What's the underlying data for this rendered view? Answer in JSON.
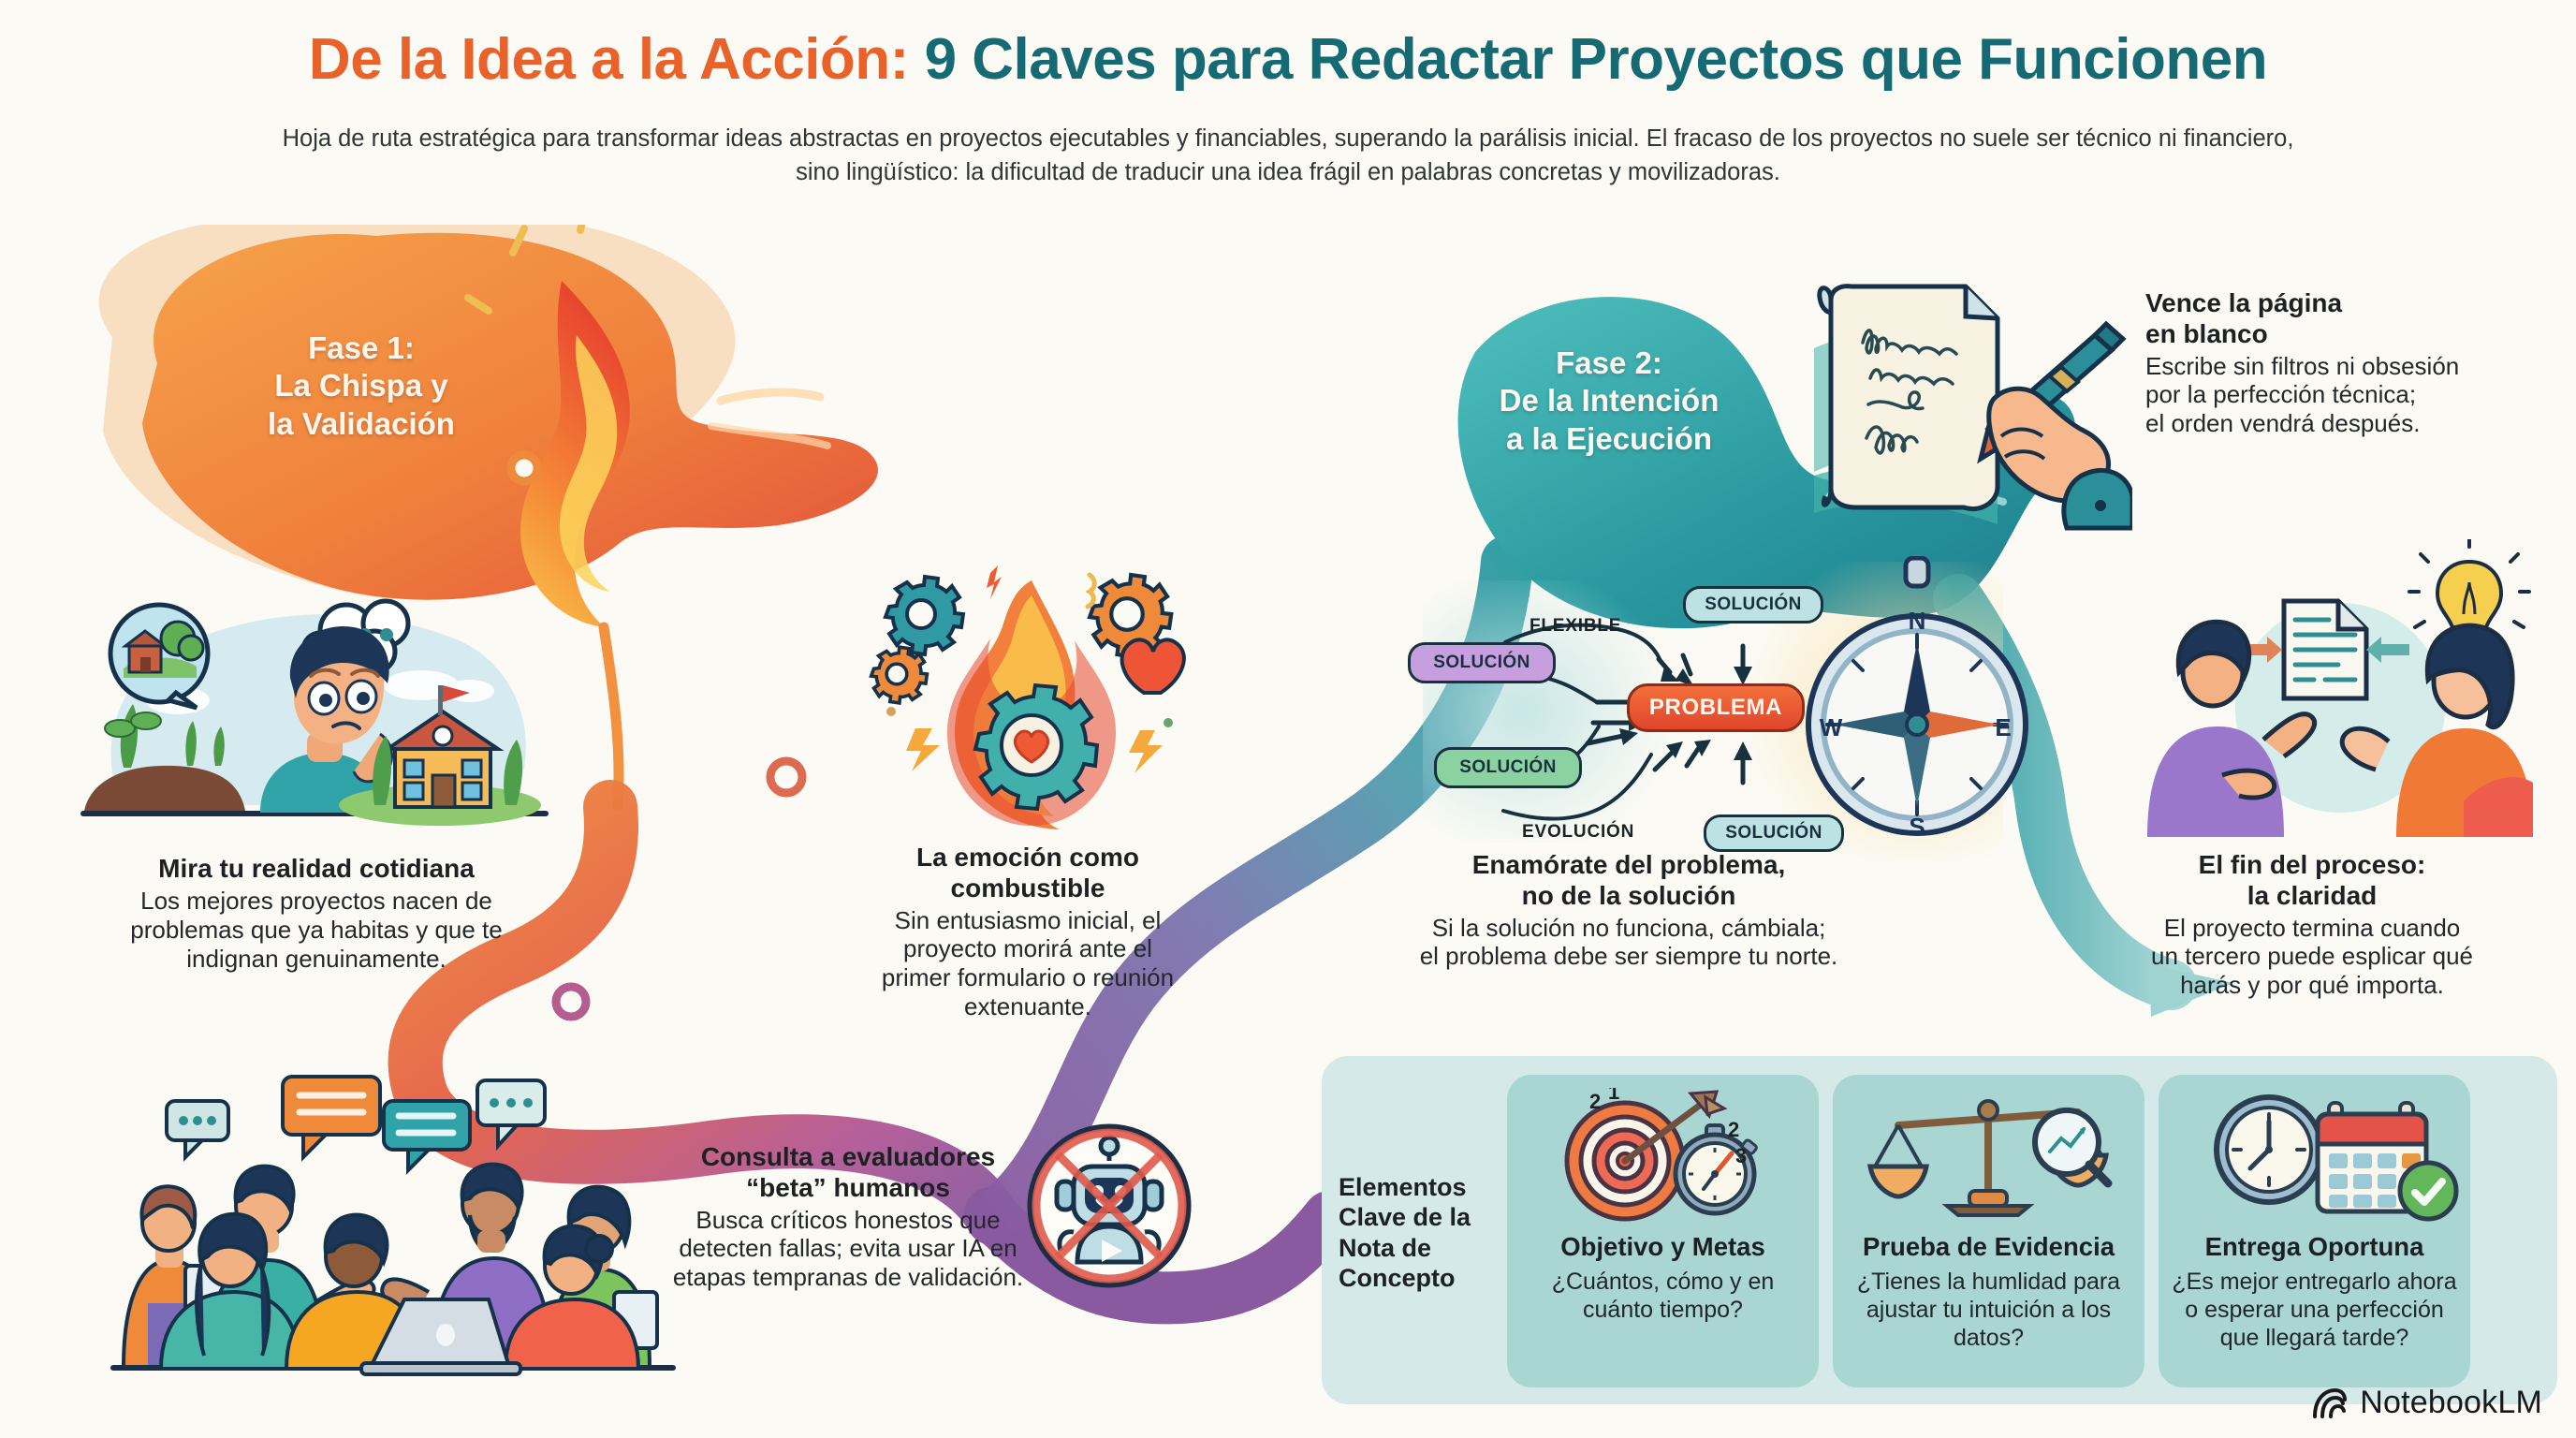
{
  "header": {
    "title_part1": "De la Idea a la Acción:",
    "title_part2": "9 Claves para Redactar Proyectos que Funcionen",
    "subtitle": "Hoja de ruta estratégica para transformar ideas abstractas en proyectos ejecutables y financiables, superando la parálisis inicial. El fracaso de los proyectos no suele ser técnico ni financiero, sino lingüístico: la dificultad de traducir una idea frágil en palabras concretas y movilizadoras."
  },
  "phases": [
    {
      "label": "Fase 1:\nLa Chispa y\nla Validación",
      "color": "#ee7b3a"
    },
    {
      "label": "Fase 2:\nDe la Intención\na la Ejecución",
      "color": "#2a9aa0"
    }
  ],
  "steps": [
    {
      "heading": "Mira tu realidad cotidiana",
      "body": "Los mejores proyectos nacen de problemas que ya habitas y que te indignan genuinamente.",
      "illustration": "person-thinking-illustration"
    },
    {
      "heading": "La emoción como combustible",
      "body": "Sin entusiasmo inicial, el proyecto morirá ante el primer formulario o reunión extenuante.",
      "illustration": "flame-gear-heart-illustration"
    },
    {
      "heading": "Consulta a evaluadores “beta” humanos",
      "body": "Busca críticos honestos que detecten fallas; evita usar IA en etapas tempranas de validación.",
      "illustration": "group-discussion-illustration"
    },
    {
      "heading": "Vence la página en blanco",
      "body": "Escribe sin filtros ni obsesión por la perfección técnica; el orden vendrá después.",
      "illustration": "hand-writing-illustration"
    },
    {
      "heading": "Enamórate del problema, no de la solución",
      "body": "Si la solución no funciona, cámbiala; el problema debe ser siempre tu norte.",
      "illustration": "problem-compass-diagram"
    },
    {
      "heading": "El fin del proceso: la claridad",
      "body": "El proyecto termina cuando un tercero puede esplicar qué harás y por qué importa.",
      "illustration": "two-people-document-illustration"
    }
  ],
  "step_headings_split": {
    "s1_l1": "Mira tu realidad cotidiana",
    "s2_l1": "La emoción como",
    "s2_l2": "combustible",
    "s3_l1": "Consulta a evaluadores",
    "s3_l2": "“beta” humanos",
    "s4_l1": "Vence la página",
    "s4_l2": "en blanco",
    "s5_l1": "Enamórate del problema,",
    "s5_l2": "no de la solución",
    "s6_l1": "El fin del proceso:",
    "s6_l2": "la claridad"
  },
  "step_bodies_split": {
    "s1": [
      "Los mejores proyectos nacen de",
      "problemas que ya habitas y que te",
      "indignan genuinamente."
    ],
    "s2": [
      "Sin entusiasmo inicial, el",
      "proyecto morirá ante el",
      "primer formulario o reunión",
      "extenuante."
    ],
    "s3": [
      "Busca críticos honestos que",
      "detecten fallas; evita usar IA en",
      "etapas tempranas de validación."
    ],
    "s4": [
      "Escribe sin filtros ni obsesión",
      "por la perfección técnica;",
      "el orden vendrá después."
    ],
    "s5": [
      "Si la solución no funciona, cámbiala;",
      "el problema debe ser siempre tu norte."
    ],
    "s6": [
      "El proyecto termina cuando",
      "un tercero puede esplicar qué",
      "harás y por qué importa."
    ]
  },
  "problem_diagram": {
    "center": "PROBLEMA",
    "solutions": [
      "SOLUCIÓN",
      "SOLUCIÓN",
      "SOLUCIÓN",
      "SOLUCIÓN"
    ],
    "flow_labels": [
      "FLEXIBLE",
      "EVOLUCIÓN"
    ],
    "compass_points": [
      "N",
      "E",
      "S",
      "W"
    ]
  },
  "bottom_panel": {
    "title": "Elementos\nClave de la\nNota de\nConcepto",
    "title_lines": [
      "Elementos",
      "Clave de la",
      "Nota de",
      "Concepto"
    ],
    "cards": [
      {
        "heading": "Objetivo y Metas",
        "question": "¿Cuántos, cómo y en cuánto tiempo?",
        "question_lines": [
          "¿Cuántos, cómo y en",
          "cuánto tiempo?"
        ],
        "icon": "target-stopwatch-icon",
        "ring_numbers": [
          "1",
          "2",
          "2",
          "3"
        ]
      },
      {
        "heading": "Prueba de Evidencia",
        "question": "¿Tienes la humlidad para ajustar tu intuición a los datos?",
        "question_lines": [
          "¿Tienes la humlidad para",
          "ajustar tu intuición a los",
          "datos?"
        ],
        "icon": "scales-magnifier-icon",
        "ring_numbers": []
      },
      {
        "heading": "Entrega Oportuna",
        "question": "¿Es mejor entregarlo ahora o esperar una perfección que llegará tarde?",
        "question_lines": [
          "¿Es mejor entregarlo ahora",
          "o esperar una perfección",
          "que llegará tarde?"
        ],
        "icon": "clock-calendar-check-icon",
        "ring_numbers": []
      }
    ]
  },
  "footer": {
    "brand": "NotebookLM",
    "brand_icon": "notebooklm-logo-icon"
  },
  "colors": {
    "background": "#fbfaf4",
    "title_orange": "#e8622a",
    "title_teal": "#166a74",
    "phase1": "#ee7b3a",
    "phase2": "#2a9aa0",
    "ribbon_purple": "#8a5aa0",
    "panel_bg": "#d5eae8",
    "card_bg": "#a9d6d3",
    "problem_red": "#e8512c"
  }
}
